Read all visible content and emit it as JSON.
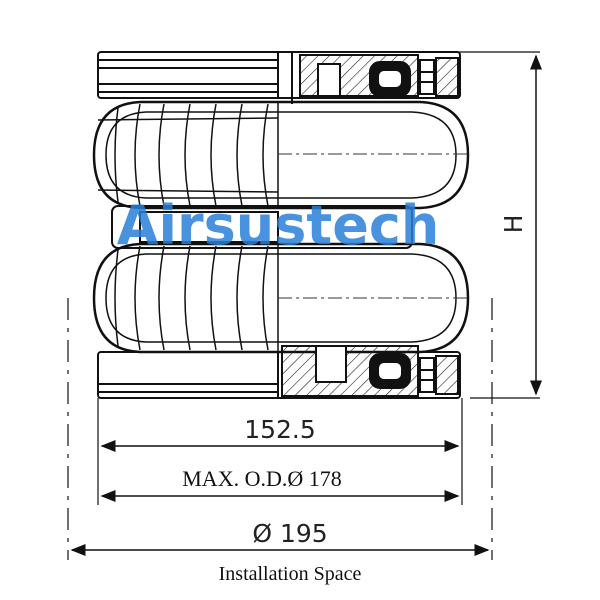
{
  "watermark": "Airsustech",
  "dimensions": {
    "height_label": "H",
    "inner_width": "152.5",
    "max_od": "MAX. O.D.Ø 178",
    "installation_diameter": "Ø 195"
  },
  "caption": "Installation Space",
  "colors": {
    "line": "#111111",
    "watermark": "#2a7fd8"
  }
}
